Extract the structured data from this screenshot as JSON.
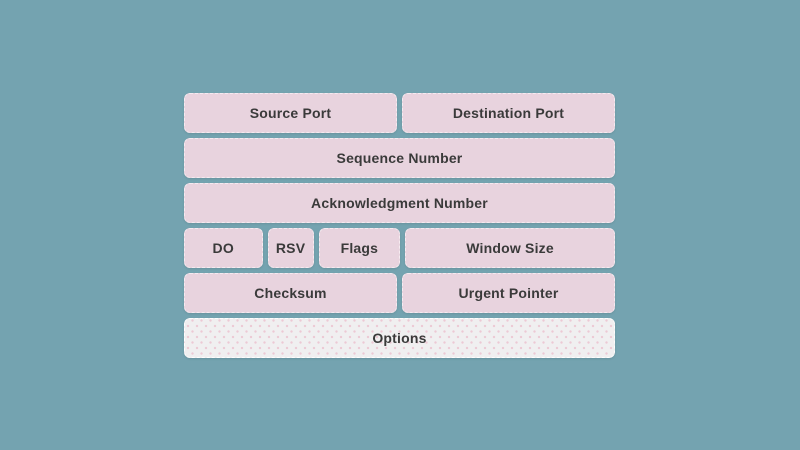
{
  "colors": {
    "background": "#74a3b0",
    "field_bg": "#e8d3de",
    "field_text": "#3a3a3a",
    "options_bg": "#f0eff0",
    "options_dot": "#ecc9d4"
  },
  "diagram": {
    "rows": [
      {
        "cells": [
          {
            "label": "Source Port"
          },
          {
            "label": "Destination Port"
          }
        ]
      },
      {
        "cells": [
          {
            "label": "Sequence Number"
          }
        ]
      },
      {
        "cells": [
          {
            "label": "Acknowledgment Number"
          }
        ]
      },
      {
        "cells": [
          {
            "label": "DO"
          },
          {
            "label": "RSV"
          },
          {
            "label": "Flags"
          },
          {
            "label": "Window Size"
          }
        ]
      },
      {
        "cells": [
          {
            "label": "Checksum"
          },
          {
            "label": "Urgent Pointer"
          }
        ]
      },
      {
        "cells": [
          {
            "label": "Options"
          }
        ]
      }
    ]
  }
}
